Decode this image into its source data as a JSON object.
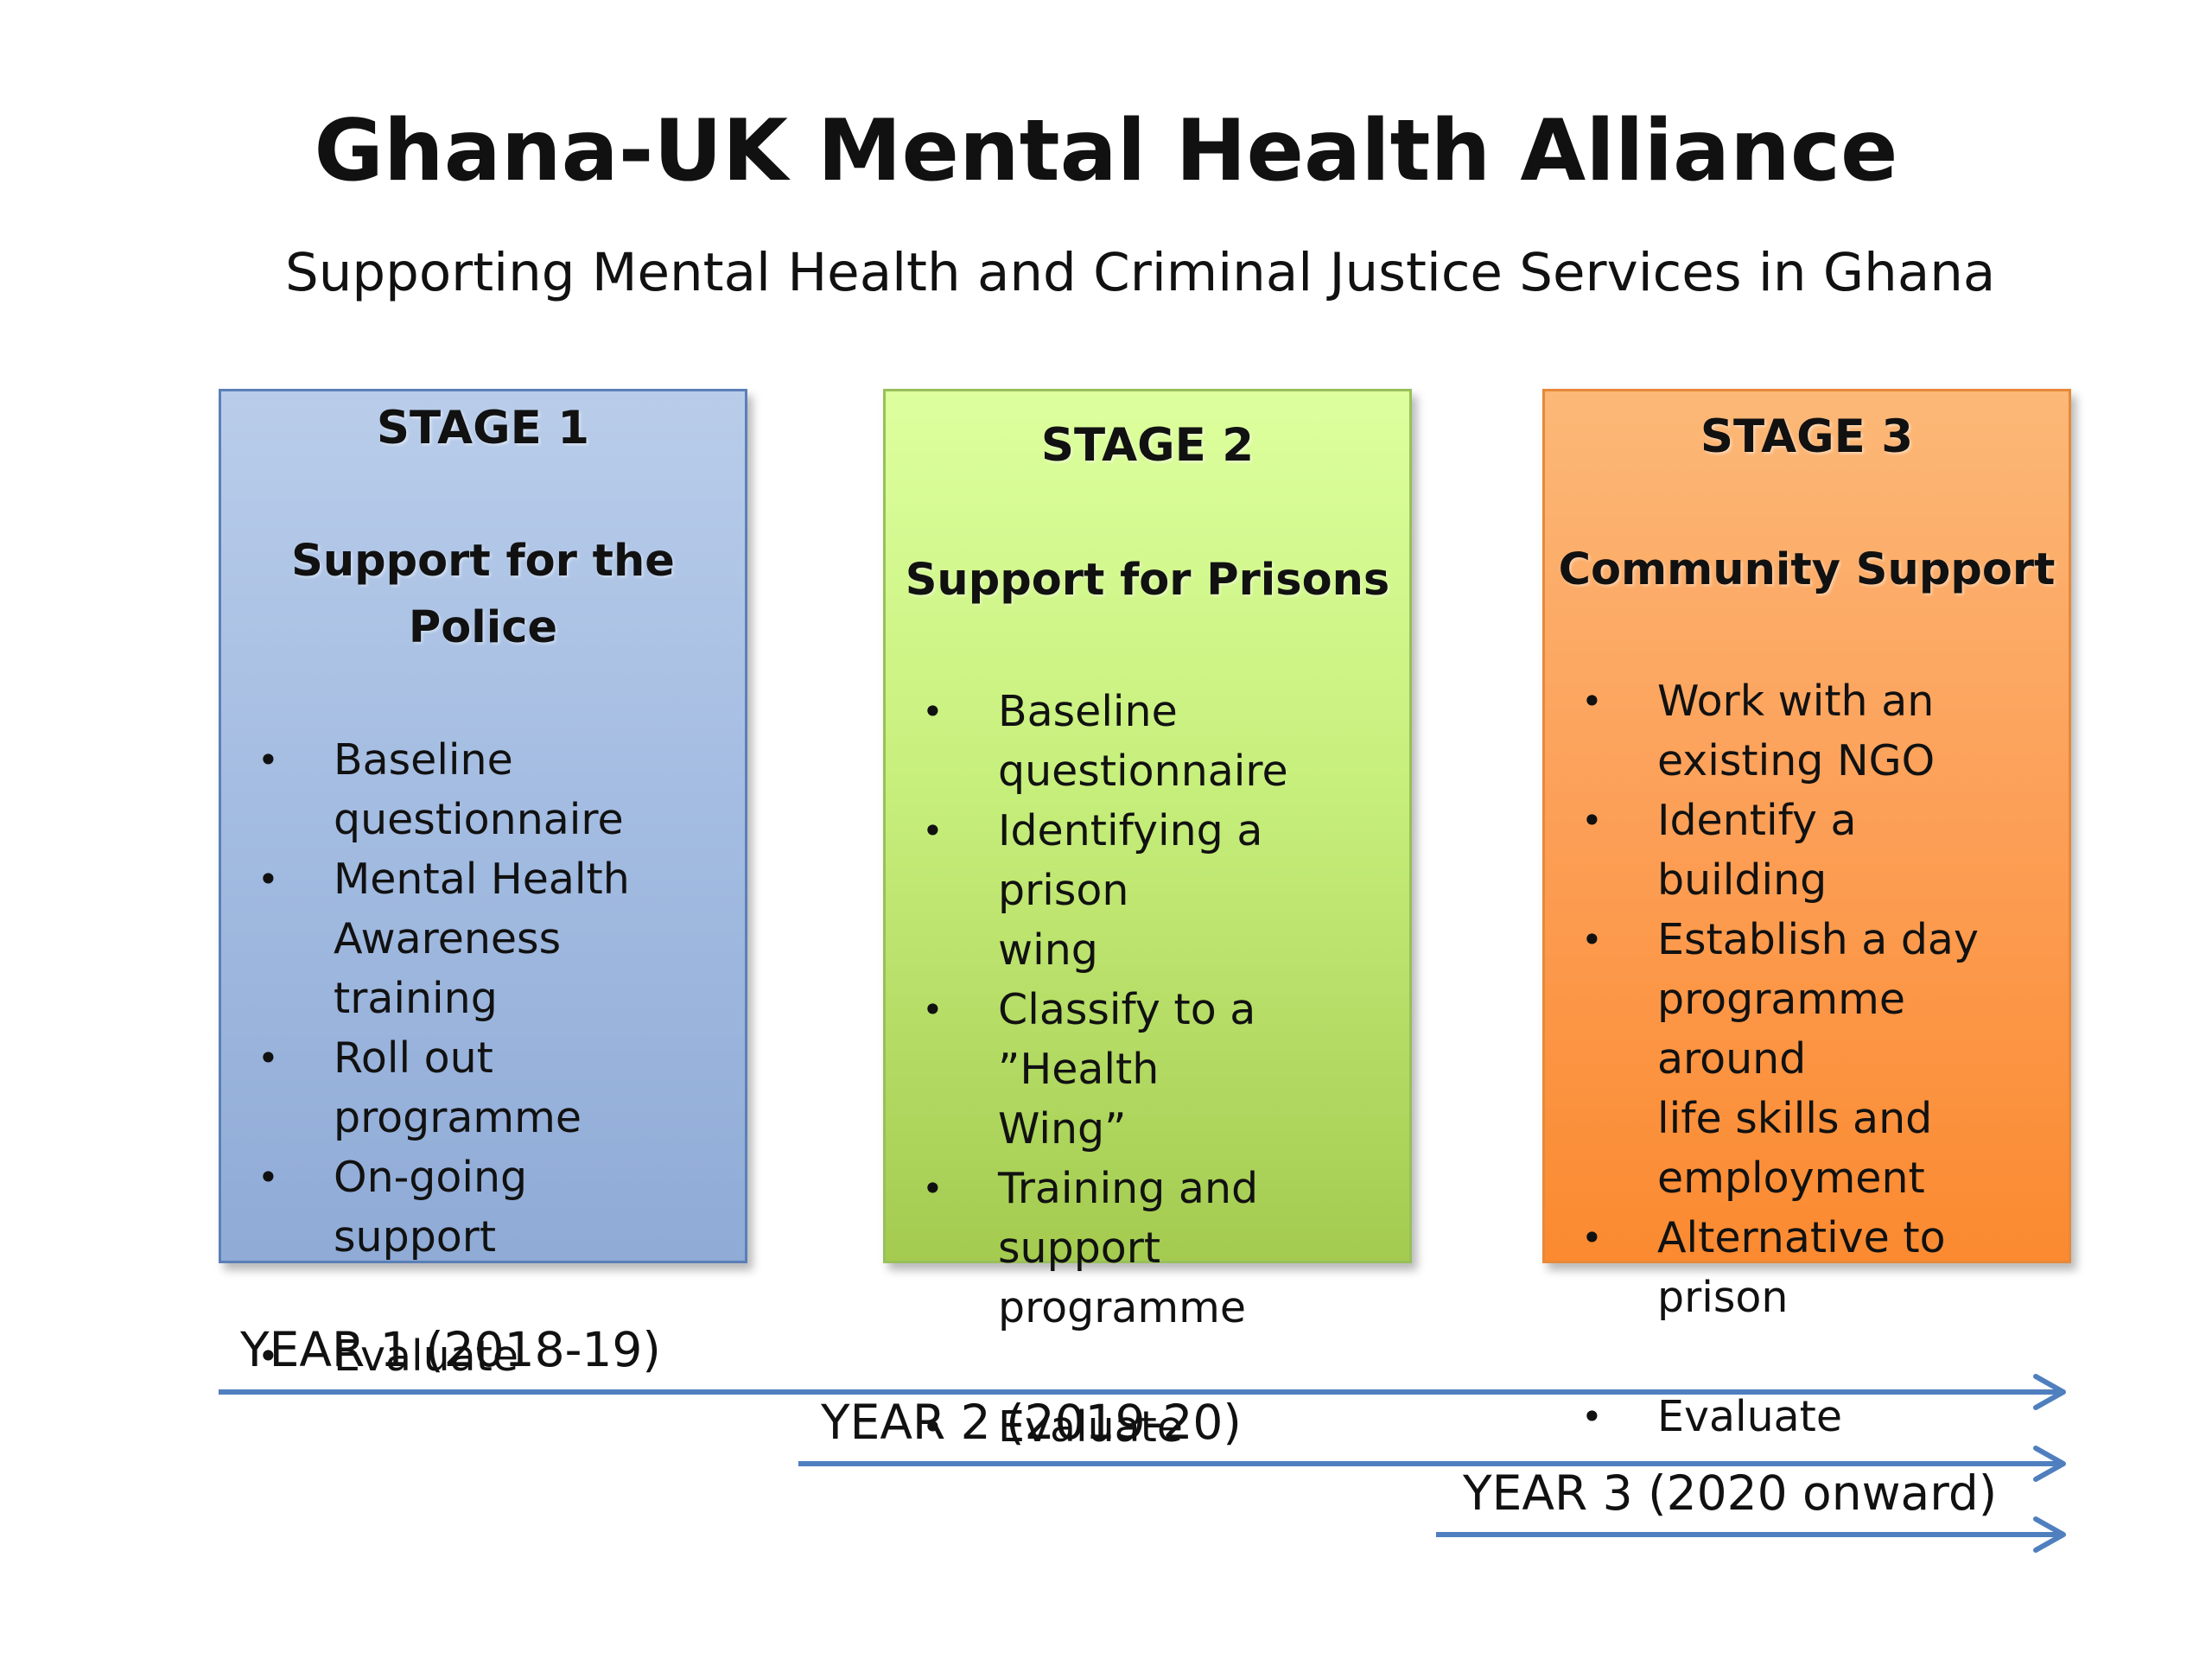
{
  "title": "Ghana-UK Mental Health Alliance",
  "subtitle": "Supporting Mental Health and Criminal Justice Services in Ghana",
  "stages": [
    {
      "heading": "STAGE 1",
      "subtitle_lines": [
        "Support for the",
        "Police"
      ],
      "bullets": [
        {
          "lines": [
            "Baseline",
            "questionnaire"
          ]
        },
        {
          "lines": [
            "Mental Health",
            "Awareness training"
          ]
        },
        {
          "lines": [
            "Roll out programme"
          ]
        },
        {
          "lines": [
            "On-going support"
          ]
        },
        {
          "lines": [
            "Evaluate"
          ],
          "gap_before": true
        }
      ]
    },
    {
      "heading": "STAGE 2",
      "subtitle_lines": [
        "Support for Prisons"
      ],
      "bullets": [
        {
          "lines": [
            "Baseline",
            "questionnaire"
          ]
        },
        {
          "lines": [
            "Identifying a prison",
            "wing"
          ]
        },
        {
          "lines": [
            "Classify to a ”Health",
            "Wing”"
          ]
        },
        {
          "lines": [
            "Training and support",
            "programme"
          ]
        },
        {
          "lines": [
            "Evaluate"
          ],
          "gap_before": true
        }
      ]
    },
    {
      "heading": "STAGE 3",
      "subtitle_lines": [
        "Community Support"
      ],
      "bullets": [
        {
          "lines": [
            "Work with an",
            "existing NGO"
          ]
        },
        {
          "lines": [
            "Identify a building"
          ]
        },
        {
          "lines": [
            "Establish a day",
            "programme around",
            "life skills and",
            "employment"
          ]
        },
        {
          "lines": [
            "Alternative to prison"
          ]
        },
        {
          "lines": [
            "Evaluate"
          ],
          "gap_before": true
        }
      ]
    }
  ],
  "bullet_glyph": "•",
  "timeline": [
    {
      "label": "YEAR 1 (2018-19)"
    },
    {
      "label": "YEAR 2 (2019-20)"
    },
    {
      "label": "YEAR 3 (2020 onward)"
    }
  ],
  "colors": {
    "stage1": "#a5bde2",
    "stage2": "#c7ef7c",
    "stage3": "#fca15a",
    "arrow": "#4f7fbf"
  }
}
